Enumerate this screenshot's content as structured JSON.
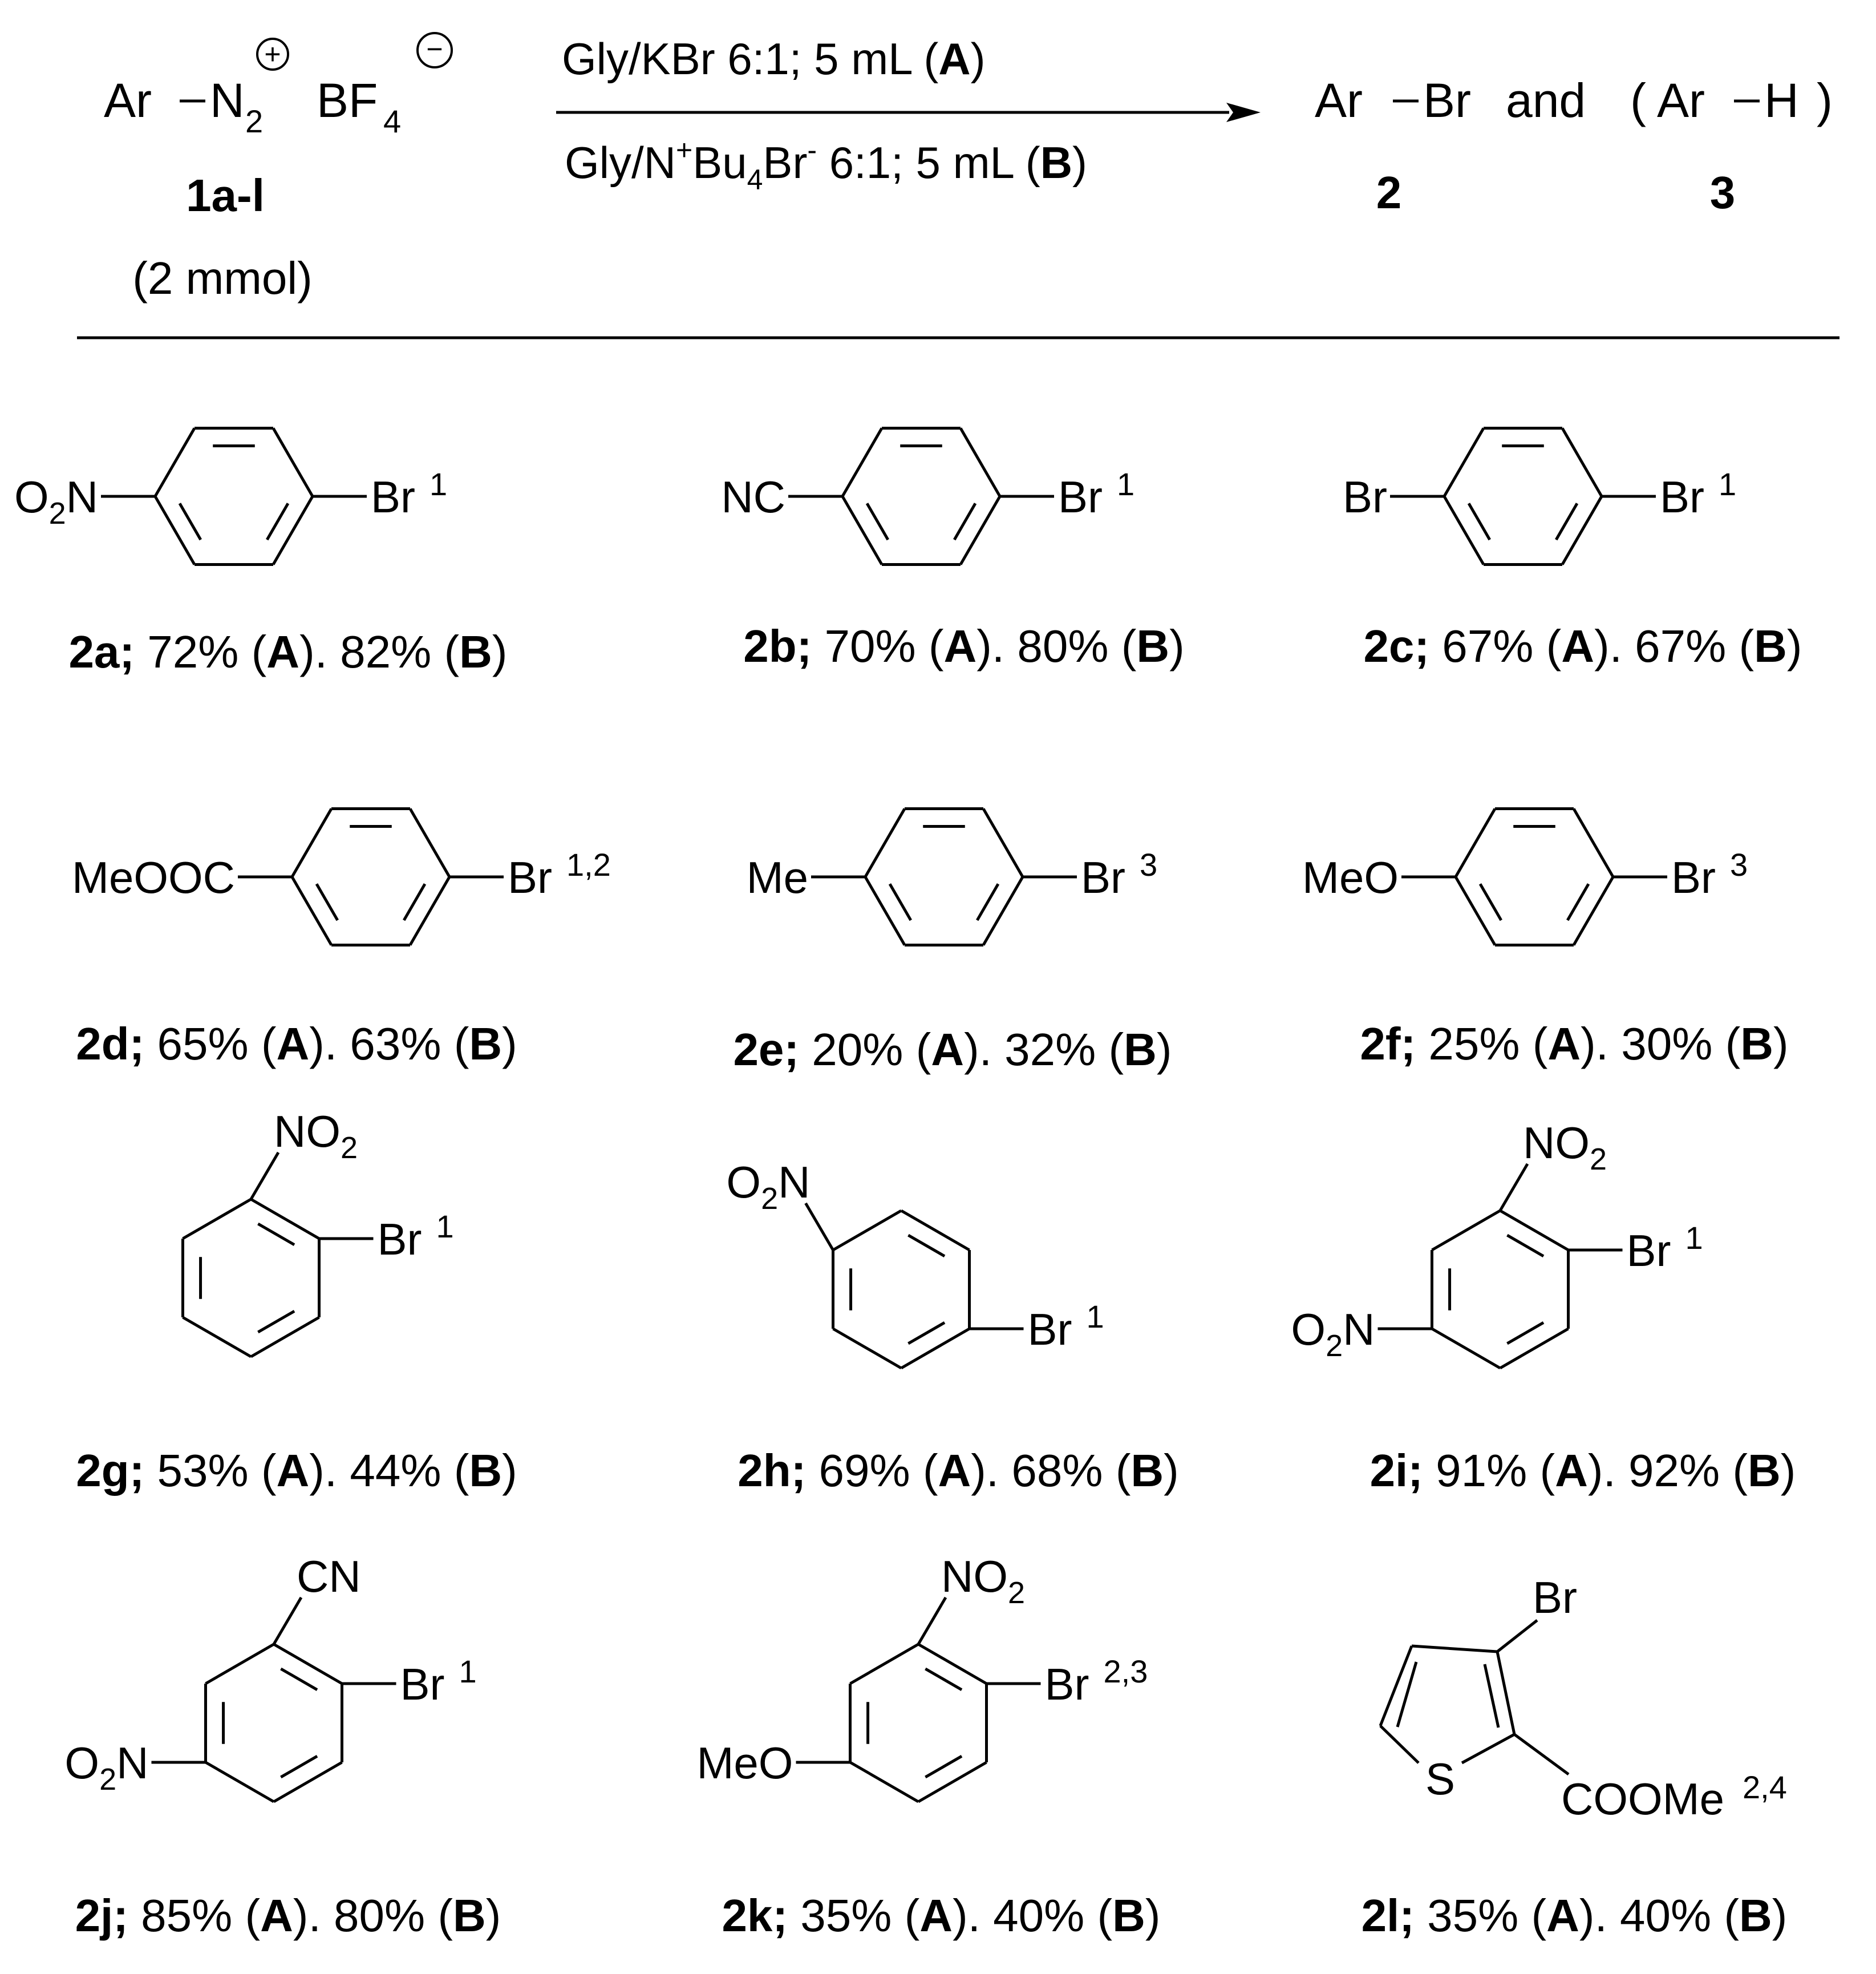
{
  "header": {
    "reactant": {
      "ar": "Ar",
      "n": "N",
      "n_sub": "2",
      "bf": "BF",
      "bf_sub": "4",
      "plus_charge": "+",
      "minus_charge": "−"
    },
    "reactant_label": "1a-l",
    "reactant_amount": "(2 mmol)",
    "condition_a": {
      "pre": "Gly/KBr 6:1; 5 mL (",
      "bold": "A",
      "post": ")"
    },
    "condition_b": {
      "pre1": "Gly/N",
      "sup1": "+",
      "pre2": "Bu",
      "sub1": "4",
      "pre3": "Br",
      "sup2": "-",
      "pre4": " 6:1; 5 mL (",
      "bold": "B",
      "post": ")"
    },
    "product_2": {
      "ar": "Ar",
      "x": "Br"
    },
    "and_text": "and",
    "product_3": {
      "lparen": "(",
      "ar": "Ar",
      "x": "H",
      "rparen": ")"
    },
    "product_2_label": "2",
    "product_3_label": "3"
  },
  "compounds": [
    {
      "id": "2a",
      "labels": {
        "left": "O",
        "left_sub": "2",
        "left_post": "N",
        "right": "Br",
        "note": "1"
      },
      "yield_a": "72%",
      "yield_b": "82%"
    },
    {
      "id": "2b",
      "labels": {
        "left": "NC",
        "right": "Br",
        "note": "1"
      },
      "yield_a": "70%",
      "yield_b": "80%"
    },
    {
      "id": "2c",
      "labels": {
        "left": "Br",
        "right": "Br",
        "note": "1"
      },
      "yield_a": "67%",
      "yield_b": "67%"
    },
    {
      "id": "2d",
      "labels": {
        "left": "MeOOC",
        "right": "Br",
        "note": "1,2"
      },
      "yield_a": "65%",
      "yield_b": "63%"
    },
    {
      "id": "2e",
      "labels": {
        "left": "Me",
        "right": "Br",
        "note": "3"
      },
      "yield_a": "20%",
      "yield_b": "32%"
    },
    {
      "id": "2f",
      "labels": {
        "left": "MeO",
        "right": "Br",
        "note": "3"
      },
      "yield_a": "25%",
      "yield_b": "30%"
    },
    {
      "id": "2g",
      "labels": {
        "top": "NO",
        "top_sub": "2",
        "right": "Br",
        "note": "1"
      },
      "yield_a": "53%",
      "yield_b": "44%"
    },
    {
      "id": "2h",
      "labels": {
        "top": "O",
        "top_sub": "2",
        "top_post": "N",
        "right": "Br",
        "note": "1"
      },
      "yield_a": "69%",
      "yield_b": "68%"
    },
    {
      "id": "2i",
      "labels": {
        "top": "NO",
        "top_sub": "2",
        "left": "O",
        "left_sub": "2",
        "left_post": "N",
        "right": "Br",
        "note": "1"
      },
      "yield_a": "91%",
      "yield_b": "92%"
    },
    {
      "id": "2j",
      "labels": {
        "top": "CN",
        "left": "O",
        "left_sub": "2",
        "left_post": "N",
        "right": "Br",
        "note": "1"
      },
      "yield_a": "85%",
      "yield_b": "80%"
    },
    {
      "id": "2k",
      "labels": {
        "top": "NO",
        "top_sub": "2",
        "left": "MeO",
        "right": "Br",
        "note": "2,3"
      },
      "yield_a": "35%",
      "yield_b": "40%"
    },
    {
      "id": "2l",
      "labels": {
        "top": "Br",
        "s": "S",
        "right": "COOMe",
        "note": "2,4"
      },
      "yield_a": "35%",
      "yield_b": "40%"
    }
  ],
  "yield_format": {
    "sep": ";",
    "open": " (",
    "a": "A",
    "mid": "). ",
    "b": "B",
    "close": ")"
  }
}
